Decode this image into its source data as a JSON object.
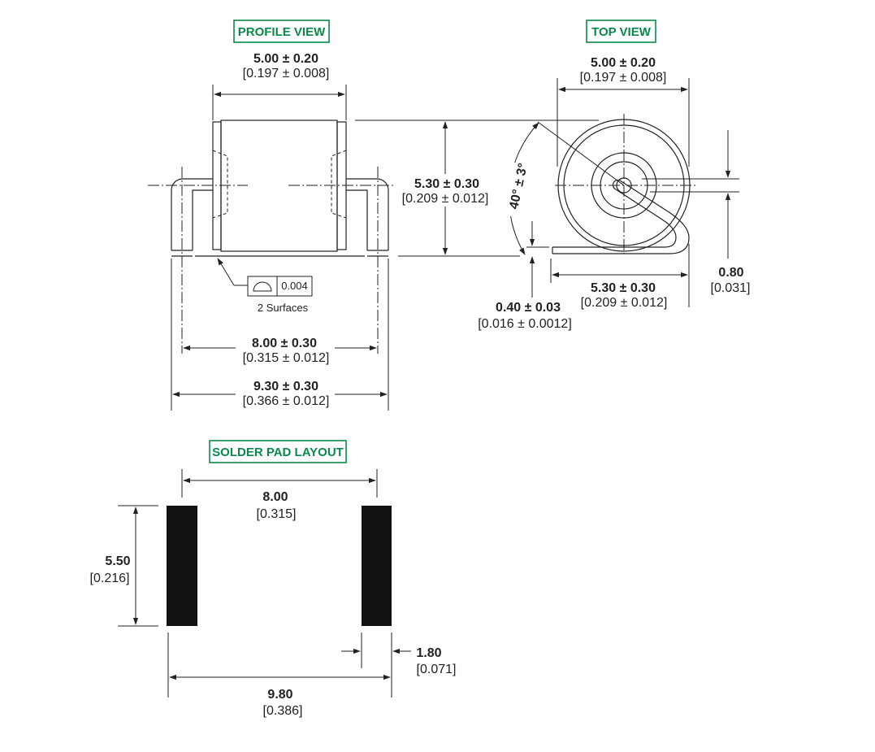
{
  "titles": {
    "profile": "PROFILE VIEW",
    "top": "TOP VIEW",
    "pad": "SOLDER PAD LAYOUT"
  },
  "profile": {
    "top_width": {
      "mm": "5.00 ± 0.20",
      "in": "[0.197 ± 0.008]"
    },
    "height": {
      "mm": "5.30 ± 0.30",
      "in": "[0.209 ± 0.012]"
    },
    "flatness": {
      "value": "0.004",
      "note": "2 Surfaces"
    },
    "inner_width": {
      "mm": "8.00 ± 0.30",
      "in": "[0.315 ± 0.012]"
    },
    "overall_width": {
      "mm": "9.30 ± 0.30",
      "in": "[0.366 ± 0.012]"
    }
  },
  "top": {
    "diameter": {
      "mm": "5.00 ± 0.20",
      "in": "[0.197 ± 0.008]"
    },
    "angle": "40° ± 3°",
    "lead_length": {
      "mm": "5.30 ± 0.30",
      "in": "[0.209 ± 0.012]"
    },
    "lead_thickness": {
      "mm": "0.40 ± 0.03",
      "in": "[0.016 ± 0.0012]"
    },
    "lead_width": {
      "mm": "0.80",
      "in": "[0.031]"
    }
  },
  "pad": {
    "inner_span": {
      "mm": "8.00",
      "in": "[0.315]"
    },
    "height": {
      "mm": "5.50",
      "in": "[0.216]"
    },
    "pad_width": {
      "mm": "1.80",
      "in": "[0.071]"
    },
    "outer_span": {
      "mm": "9.80",
      "in": "[0.386]"
    }
  }
}
